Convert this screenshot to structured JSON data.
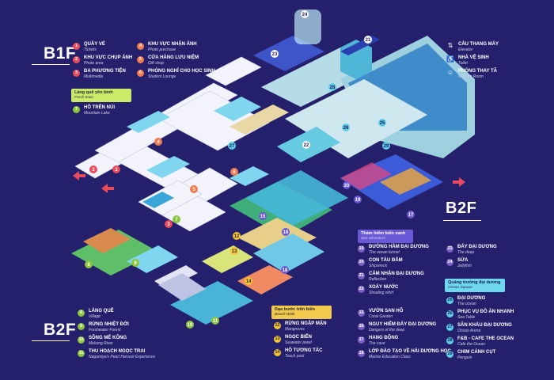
{
  "floors": {
    "b1": "B1F",
    "b2_left": "B2F",
    "b2_right": "B2F"
  },
  "b1_legend": {
    "col1": [
      {
        "n": "1",
        "vi": "QUẦY VÉ",
        "en": "Tickets"
      },
      {
        "n": "2",
        "vi": "KHU VỰC CHỤP ẢNH",
        "en": "Photo area"
      },
      {
        "n": "3",
        "vi": "ĐA PHƯƠNG TIỆN",
        "en": "Multimedia"
      }
    ],
    "col2": [
      {
        "n": "4",
        "vi": "KHU VỰC NHẬN ẢNH",
        "en": "Photo purchase"
      },
      {
        "n": "5",
        "vi": "CỬA HÀNG LƯU NIỆM",
        "en": "Gift shop"
      },
      {
        "n": "6",
        "vi": "PHÒNG NGHỈ CHO HỌC SINH",
        "en": "Student Lounge"
      }
    ],
    "zone": {
      "vi": "Làng quê yên bình",
      "en": "Fresh town"
    },
    "zone_items": [
      {
        "n": "7",
        "vi": "HỒ TRÊN NÚI",
        "en": "Mountain Lake"
      }
    ]
  },
  "facilities": [
    {
      "icon": "elevator-icon",
      "vi": "CẦU THANG MÁY",
      "en": "Elevator"
    },
    {
      "icon": "toilet-icon",
      "vi": "NHÀ VỆ SINH",
      "en": "Toilet"
    },
    {
      "icon": "nursing-room-icon",
      "vi": "PHÒNG THAY TÃ",
      "en": "Nursing Room"
    }
  ],
  "b2_left_legend": [
    {
      "n": "8",
      "vi": "LÀNG QUÊ",
      "en": "Village"
    },
    {
      "n": "9",
      "vi": "RỪNG NHIỆT ĐỚI",
      "en": "Freshwater Forest"
    },
    {
      "n": "10",
      "vi": "SÔNG MÊ KÔNG",
      "en": "Mekong River"
    },
    {
      "n": "11",
      "vi": "THU HOẠCH NGỌC TRAI",
      "en": "Nagamiya's Pearl Harvest Experience"
    }
  ],
  "beach_walk": {
    "zone": {
      "vi": "Dạo bước trên biển",
      "en": "Beach Walk"
    },
    "items": [
      {
        "n": "12",
        "vi": "RỪNG NGẬP MẶN",
        "en": "Mangroves"
      },
      {
        "n": "13",
        "vi": "NGỌC BIỂN",
        "en": "Seawater jewel"
      },
      {
        "n": "14",
        "vi": "HỒ TƯƠNG TÁC",
        "en": "Touch pool"
      }
    ]
  },
  "coral": [
    {
      "n": "15",
      "vi": "VƯỜN SAN HÔ",
      "en": "Coral Garden"
    },
    {
      "n": "16",
      "vi": "NGUY HIỂM ĐÁY ĐẠI DƯƠNG",
      "en": "Dangers of the deep"
    },
    {
      "n": "17",
      "vi": "HANG ĐỘNG",
      "en": "The cave"
    },
    {
      "n": "18",
      "vi": "LỚP ĐÀO TẠO VỀ HẢI DƯƠNG HỌC",
      "en": "Marine Education Class"
    }
  ],
  "sea_adventure": {
    "zone": {
      "vi": "Thám hiểm biển xanh",
      "en": "Sea adventure"
    },
    "items": [
      {
        "n": "19",
        "vi": "ĐƯỜNG HẦM ĐẠI DƯƠNG",
        "en": "The ocean tunnel"
      },
      {
        "n": "20",
        "vi": "CON TÀU ĐẮM",
        "en": "Shipwreck"
      },
      {
        "n": "21",
        "vi": "CẢM NHẬN ĐẠI DƯƠNG",
        "en": "Reflection"
      },
      {
        "n": "22",
        "vi": "XOÁY NƯỚC",
        "en": "Shoaling whirl"
      }
    ]
  },
  "deep": [
    {
      "n": "23",
      "vi": "ĐÁY ĐẠI DƯƠNG",
      "en": "The deep"
    },
    {
      "n": "24",
      "vi": "SỨA",
      "en": "Jellyfish"
    }
  ],
  "ocean_square": {
    "zone": {
      "vi": "Quảng trường đại dương",
      "en": "Ocean Square"
    },
    "items": [
      {
        "n": "25",
        "vi": "ĐẠI DƯƠNG",
        "en": "The ocean"
      },
      {
        "n": "26",
        "vi": "PHỤC VỤ ĐỒ ĂN NHANH",
        "en": "Sea Table"
      },
      {
        "n": "27",
        "vi": "SÂN KHẤU ĐẠI DƯƠNG",
        "en": "Ocean Arena"
      },
      {
        "n": "28",
        "vi": "F&B - CAFE THE OCEAN",
        "en": "Cafe the Ocean"
      },
      {
        "n": "29",
        "vi": "CHIM CÁNH CỤT",
        "en": "Penguin"
      }
    ]
  },
  "map_labels": {
    "n1": "1",
    "n2": "2",
    "n3": "3",
    "n4": "4",
    "n5": "5",
    "n6": "6",
    "n7": "7",
    "n8": "8",
    "n9": "9",
    "n10": "10",
    "n11": "11",
    "n12": "12",
    "n13": "13",
    "n14": "14",
    "n15": "15",
    "n16": "16",
    "n17": "17",
    "n18": "18",
    "n19": "19",
    "n20": "20",
    "n21": "21",
    "n22": "22",
    "n23": "23",
    "n24": "24",
    "n25": "25",
    "n26": "26",
    "n27": "27",
    "n28": "28",
    "n29": "29"
  },
  "colors": {
    "background": "#24206b",
    "b1_red": "#e94b5b",
    "b1_orange": "#f47b4d",
    "village_green": "#8cc63f",
    "beach_yellow": "#f2c230",
    "sea_purple": "#7b5fc7",
    "ocean_cyan": "#5ecde8"
  }
}
